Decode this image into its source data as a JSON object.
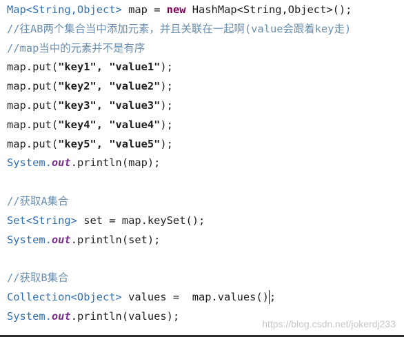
{
  "code": {
    "line1": {
      "type_map": "Map<String,Object>",
      "rest_a": " map = ",
      "kw_new": "new",
      "rest_b": " HashMap<String,Object>();"
    },
    "line2_comment": "//往AB两个集合当中添加元素，并且关联在一起啊(value会跟着key走)",
    "line3_comment": "//map当中的元素并不是有序",
    "puts": [
      {
        "prefix": "map.put(",
        "args": "\"key1\", \"value1\"",
        "suffix": ");"
      },
      {
        "prefix": "map.put(",
        "args": "\"key2\", \"value2\"",
        "suffix": ");"
      },
      {
        "prefix": "map.put(",
        "args": "\"key3\", \"value3\"",
        "suffix": ");"
      },
      {
        "prefix": "map.put(",
        "args": "\"key4\", \"value4\"",
        "suffix": ");"
      },
      {
        "prefix": "map.put(",
        "args": "\"key5\", \"value5\"",
        "suffix": ");"
      }
    ],
    "print_map": {
      "system": "System.",
      "out": "out",
      "call": ".println(map);"
    },
    "comment_a": "//获取A集合",
    "keyset_line": {
      "type": "Set<String>",
      "rest": " set = map.keySet();"
    },
    "print_set": {
      "system": "System.",
      "out": "out",
      "call": ".println(set);"
    },
    "comment_b": "//获取B集合",
    "values_line": {
      "type": "Collection<Object>",
      "rest_a": " values =  map.values()",
      "rest_b": ";"
    },
    "print_values": {
      "system": "System.",
      "out": "out",
      "call": ".println(values);"
    }
  },
  "watermark": "https://blog.csdn.net/jokerdj233",
  "colors": {
    "type": "#2f6fb3",
    "keyword": "#7f0055",
    "comment": "#6a8fb0",
    "static_field": "#7a2e8a",
    "background": "#ffffff"
  }
}
